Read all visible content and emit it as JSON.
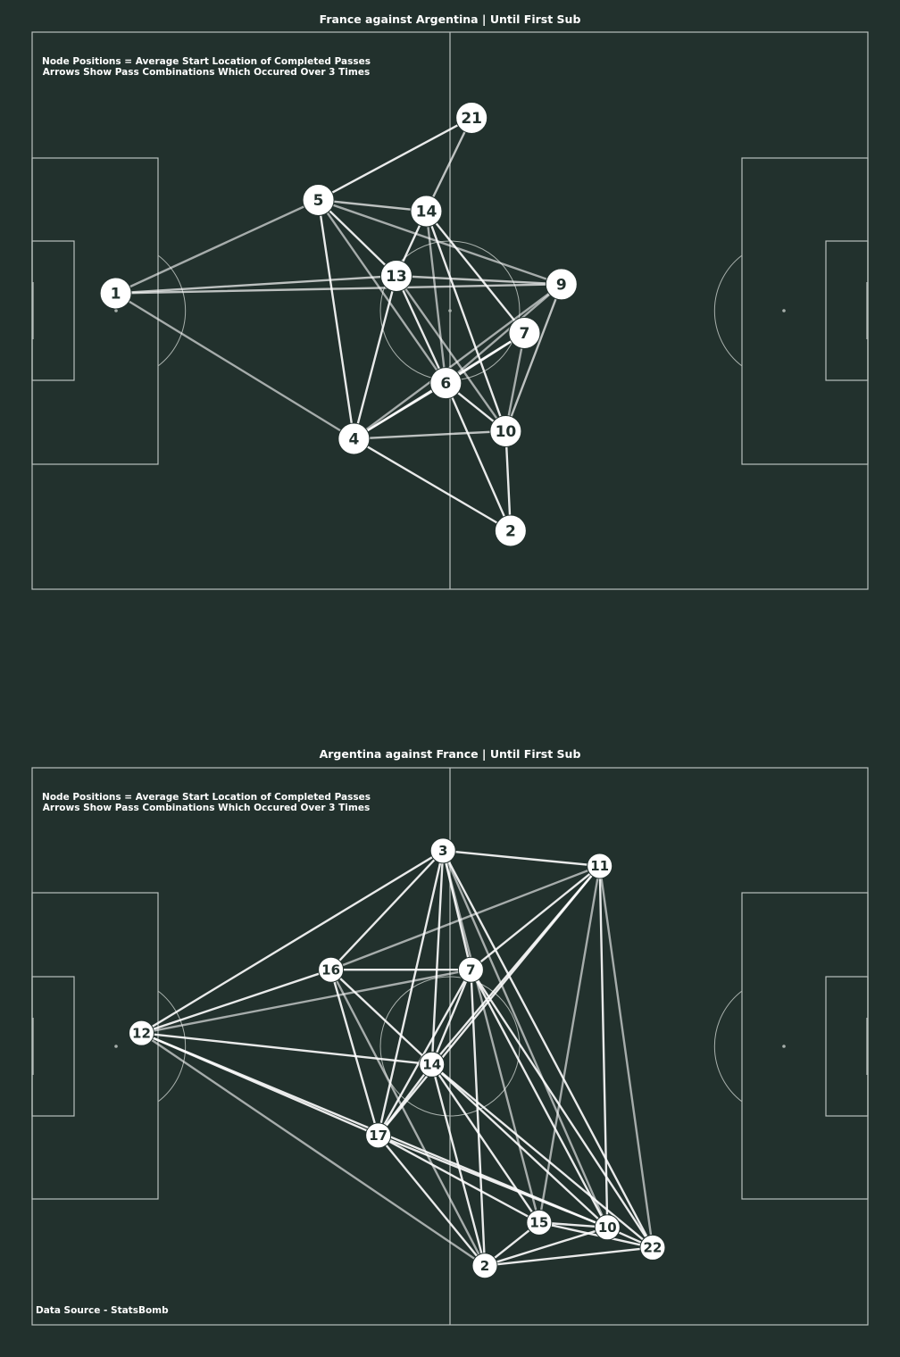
{
  "source_label": "Data Source - StatsBomb",
  "chart_data": [
    {
      "type": "network",
      "title": "France against Argentina | Until First Sub",
      "annotation_line1": "Node Positions = Average Start Location of Completed Passes",
      "annotation_line2": "Arrows Show Pass Combinations Which Occured Over 3 Times",
      "pitch": {
        "length": 120,
        "width": 80
      },
      "nodes": [
        {
          "id": "1",
          "x": 12.0,
          "y": 37.5
        },
        {
          "id": "5",
          "x": 41.1,
          "y": 24.1
        },
        {
          "id": "14",
          "x": 56.6,
          "y": 25.7
        },
        {
          "id": "21",
          "x": 63.1,
          "y": 12.3
        },
        {
          "id": "13",
          "x": 52.3,
          "y": 35.0
        },
        {
          "id": "9",
          "x": 76.0,
          "y": 36.2
        },
        {
          "id": "7",
          "x": 70.7,
          "y": 43.2
        },
        {
          "id": "6",
          "x": 59.4,
          "y": 50.4
        },
        {
          "id": "10",
          "x": 68.0,
          "y": 57.3
        },
        {
          "id": "4",
          "x": 46.2,
          "y": 58.4
        },
        {
          "id": "2",
          "x": 68.7,
          "y": 71.6
        }
      ],
      "edges": [
        {
          "from": "1",
          "to": "5",
          "weight": 0.6
        },
        {
          "from": "1",
          "to": "13",
          "weight": 0.7
        },
        {
          "from": "1",
          "to": "9",
          "weight": 0.7
        },
        {
          "from": "1",
          "to": "4",
          "weight": 0.6
        },
        {
          "from": "5",
          "to": "21",
          "weight": 0.9
        },
        {
          "from": "5",
          "to": "14",
          "weight": 0.7
        },
        {
          "from": "5",
          "to": "13",
          "weight": 0.9
        },
        {
          "from": "5",
          "to": "9",
          "weight": 0.6
        },
        {
          "from": "5",
          "to": "6",
          "weight": 0.6
        },
        {
          "from": "5",
          "to": "4",
          "weight": 0.9
        },
        {
          "from": "14",
          "to": "21",
          "weight": 0.7
        },
        {
          "from": "14",
          "to": "13",
          "weight": 0.9
        },
        {
          "from": "14",
          "to": "7",
          "weight": 0.9
        },
        {
          "from": "14",
          "to": "6",
          "weight": 0.6
        },
        {
          "from": "14",
          "to": "10",
          "weight": 0.9
        },
        {
          "from": "13",
          "to": "9",
          "weight": 0.7
        },
        {
          "from": "13",
          "to": "6",
          "weight": 0.9
        },
        {
          "from": "13",
          "to": "10",
          "weight": 0.6
        },
        {
          "from": "13",
          "to": "4",
          "weight": 0.9
        },
        {
          "from": "9",
          "to": "6",
          "weight": 0.6
        },
        {
          "from": "9",
          "to": "10",
          "weight": 0.7
        },
        {
          "from": "9",
          "to": "4",
          "weight": 0.6
        },
        {
          "from": "7",
          "to": "6",
          "weight": 0.9
        },
        {
          "from": "7",
          "to": "10",
          "weight": 0.6
        },
        {
          "from": "7",
          "to": "4",
          "weight": 0.9
        },
        {
          "from": "6",
          "to": "10",
          "weight": 0.9
        },
        {
          "from": "6",
          "to": "4",
          "weight": 0.9
        },
        {
          "from": "6",
          "to": "2",
          "weight": 0.9
        },
        {
          "from": "10",
          "to": "4",
          "weight": 0.7
        },
        {
          "from": "10",
          "to": "2",
          "weight": 0.9
        },
        {
          "from": "4",
          "to": "2",
          "weight": 0.9
        }
      ]
    },
    {
      "type": "network",
      "title": "Argentina against France | Until First Sub",
      "annotation_line1": "Node Positions = Average Start Location of Completed Passes",
      "annotation_line2": "Arrows Show Pass Combinations Which Occured Over 3 Times",
      "pitch": {
        "length": 120,
        "width": 80
      },
      "nodes": [
        {
          "id": "3",
          "x": 59.0,
          "y": 11.9
        },
        {
          "id": "11",
          "x": 81.5,
          "y": 14.1
        },
        {
          "id": "16",
          "x": 42.9,
          "y": 29.0
        },
        {
          "id": "7",
          "x": 63.0,
          "y": 29.0
        },
        {
          "id": "12",
          "x": 15.7,
          "y": 38.1
        },
        {
          "id": "14",
          "x": 57.4,
          "y": 42.6
        },
        {
          "id": "17",
          "x": 49.7,
          "y": 52.8
        },
        {
          "id": "15",
          "x": 72.8,
          "y": 65.3
        },
        {
          "id": "10",
          "x": 82.6,
          "y": 66.0
        },
        {
          "id": "22",
          "x": 89.1,
          "y": 68.9
        },
        {
          "id": "2",
          "x": 65.0,
          "y": 71.5
        }
      ],
      "edges": [
        {
          "from": "3",
          "to": "11",
          "weight": 0.9
        },
        {
          "from": "3",
          "to": "16",
          "weight": 0.9
        },
        {
          "from": "3",
          "to": "12",
          "weight": 0.9
        },
        {
          "from": "3",
          "to": "7",
          "weight": 0.9
        },
        {
          "from": "3",
          "to": "14",
          "weight": 0.9
        },
        {
          "from": "3",
          "to": "17",
          "weight": 0.9
        },
        {
          "from": "3",
          "to": "15",
          "weight": 0.6
        },
        {
          "from": "3",
          "to": "10",
          "weight": 0.6
        },
        {
          "from": "3",
          "to": "22",
          "weight": 0.9
        },
        {
          "from": "11",
          "to": "16",
          "weight": 0.6
        },
        {
          "from": "11",
          "to": "7",
          "weight": 0.9
        },
        {
          "from": "11",
          "to": "14",
          "weight": 0.9
        },
        {
          "from": "11",
          "to": "17",
          "weight": 0.9
        },
        {
          "from": "11",
          "to": "15",
          "weight": 0.6
        },
        {
          "from": "11",
          "to": "10",
          "weight": 0.9
        },
        {
          "from": "11",
          "to": "22",
          "weight": 0.6
        },
        {
          "from": "16",
          "to": "7",
          "weight": 0.9
        },
        {
          "from": "16",
          "to": "12",
          "weight": 0.9
        },
        {
          "from": "16",
          "to": "14",
          "weight": 0.9
        },
        {
          "from": "16",
          "to": "17",
          "weight": 0.9
        },
        {
          "from": "16",
          "to": "2",
          "weight": 0.6
        },
        {
          "from": "7",
          "to": "12",
          "weight": 0.6
        },
        {
          "from": "7",
          "to": "14",
          "weight": 0.9
        },
        {
          "from": "7",
          "to": "17",
          "weight": 0.9
        },
        {
          "from": "7",
          "to": "2",
          "weight": 0.9
        },
        {
          "from": "7",
          "to": "10",
          "weight": 0.9
        },
        {
          "from": "7",
          "to": "22",
          "weight": 0.9
        },
        {
          "from": "12",
          "to": "14",
          "weight": 0.9
        },
        {
          "from": "12",
          "to": "17",
          "weight": 0.9
        },
        {
          "from": "12",
          "to": "10",
          "weight": 0.9
        },
        {
          "from": "12",
          "to": "2",
          "weight": 0.6
        },
        {
          "from": "14",
          "to": "17",
          "weight": 0.9
        },
        {
          "from": "14",
          "to": "2",
          "weight": 0.9
        },
        {
          "from": "14",
          "to": "15",
          "weight": 0.9
        },
        {
          "from": "14",
          "to": "10",
          "weight": 0.9
        },
        {
          "from": "14",
          "to": "22",
          "weight": 0.9
        },
        {
          "from": "17",
          "to": "15",
          "weight": 0.9
        },
        {
          "from": "17",
          "to": "10",
          "weight": 0.9
        },
        {
          "from": "17",
          "to": "2",
          "weight": 0.9
        },
        {
          "from": "15",
          "to": "10",
          "weight": 0.9
        },
        {
          "from": "15",
          "to": "2",
          "weight": 0.9
        },
        {
          "from": "15",
          "to": "22",
          "weight": 0.9
        },
        {
          "from": "10",
          "to": "2",
          "weight": 0.9
        },
        {
          "from": "10",
          "to": "22",
          "weight": 0.9
        },
        {
          "from": "2",
          "to": "22",
          "weight": 0.9
        }
      ]
    }
  ]
}
